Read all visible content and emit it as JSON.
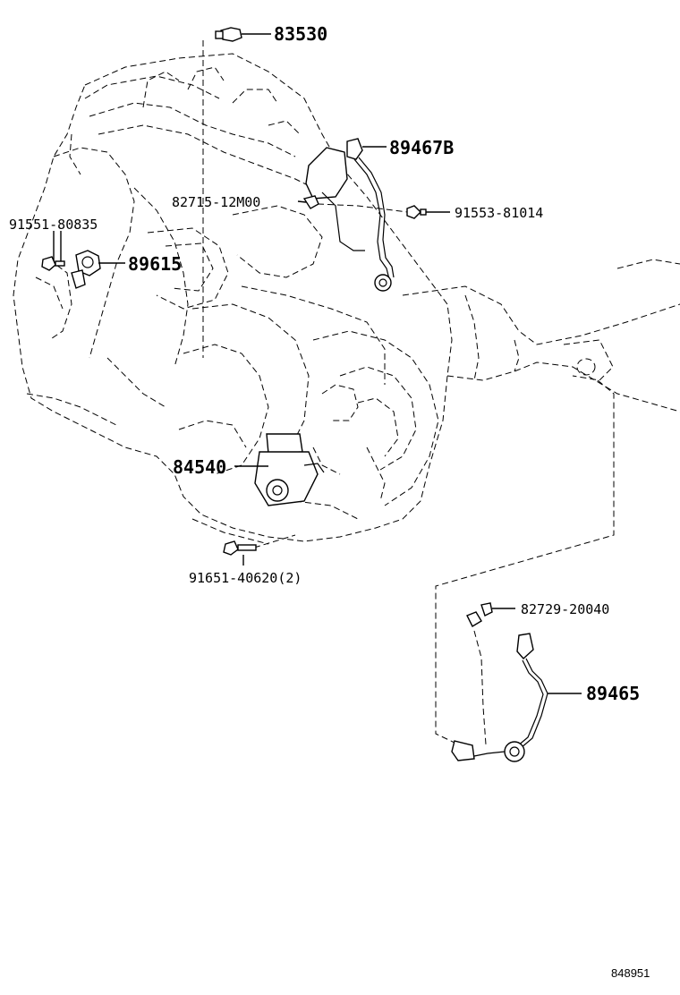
{
  "labels": {
    "p83530": "83530",
    "p89467b": "89467B",
    "p82715": "82715-12M00",
    "p91553": "91553-81014",
    "p91551": "91551-80835",
    "p89615": "89615",
    "p84540": "84540",
    "p91651": "91651-40620(2)",
    "p82729": "82729-20040",
    "p89465": "89465"
  },
  "footer": {
    "code": "848951"
  }
}
